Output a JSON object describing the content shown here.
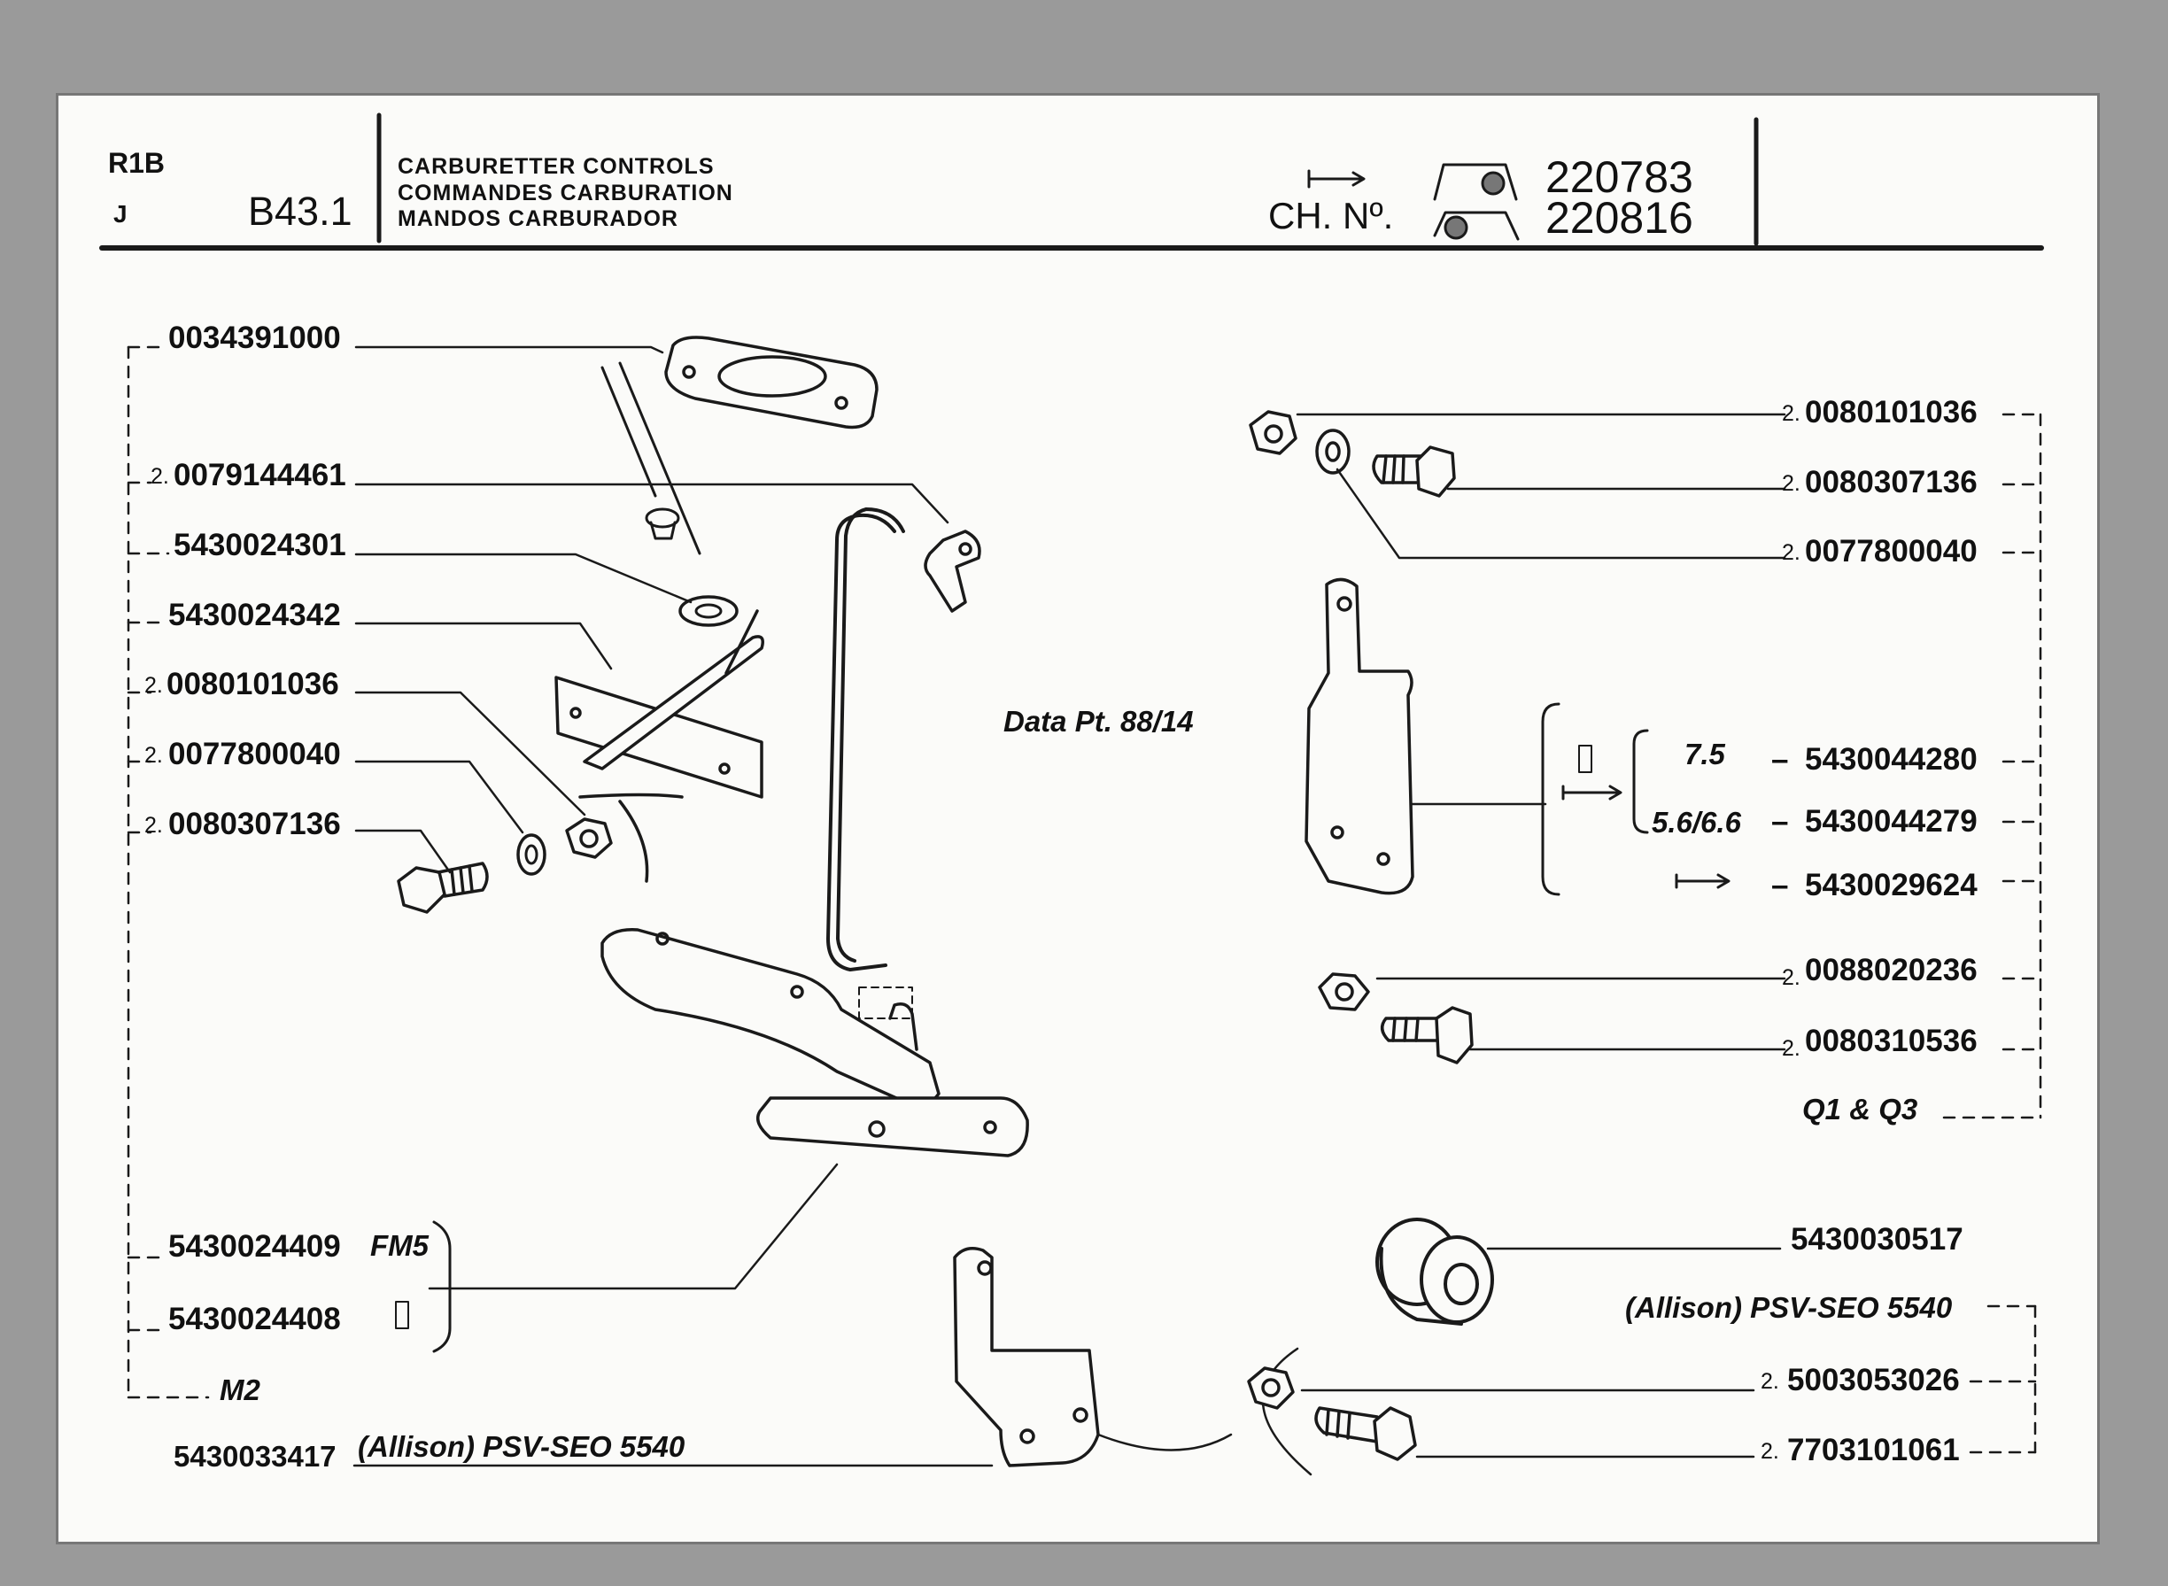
{
  "header": {
    "model": "R1B",
    "variant": "J",
    "page_code": "B43.1",
    "titles": [
      "CARBURETTER CONTROLS",
      "COMMANDES CARBURATION",
      "MANDOS CARBURADOR"
    ],
    "chassis_label": "CH. Nº.",
    "chassis_from": "220783",
    "chassis_to": "220816"
  },
  "note": "Data Pt. 88/14",
  "parts_left": [
    {
      "prefix": "",
      "code": "0034391000"
    },
    {
      "prefix": "2.",
      "code": "0079144461"
    },
    {
      "prefix": "",
      "code": "5430024301"
    },
    {
      "prefix": "",
      "code": "5430024342"
    },
    {
      "prefix": "2.",
      "code": "0080101036"
    },
    {
      "prefix": "2.",
      "code": "0077800040"
    },
    {
      "prefix": "2.",
      "code": "0080307136"
    },
    {
      "prefix": "",
      "code": "5430024409",
      "tag": "FM5"
    },
    {
      "prefix": "",
      "code": "5430024408"
    },
    {
      "prefix": "",
      "code": "",
      "tag": "M2"
    }
  ],
  "bottom_left": {
    "code": "5430033417",
    "desc": "(Allison) PSV-SEO 5540"
  },
  "parts_right": [
    {
      "prefix": "2.",
      "code": "0080101036"
    },
    {
      "prefix": "2.",
      "code": "0080307136"
    },
    {
      "prefix": "2.",
      "code": "0077800040"
    },
    {
      "prefix": "7.5",
      "code": "5430044280"
    },
    {
      "prefix": "5.6/6.6",
      "code": "5430044279"
    },
    {
      "prefix": "",
      "code": "5430029624"
    },
    {
      "prefix": "2.",
      "code": "0088020236"
    },
    {
      "prefix": "2.",
      "code": "0080310536"
    }
  ],
  "right_group_tag": "Q1 & Q3",
  "parts_right_bottom": [
    {
      "prefix": "",
      "code": "5430030517"
    },
    {
      "prefix": "2.",
      "code": "5003053026"
    },
    {
      "prefix": "2.",
      "code": "7703101061"
    }
  ],
  "right_bottom_desc": "(Allison) PSV-SEO 5540"
}
